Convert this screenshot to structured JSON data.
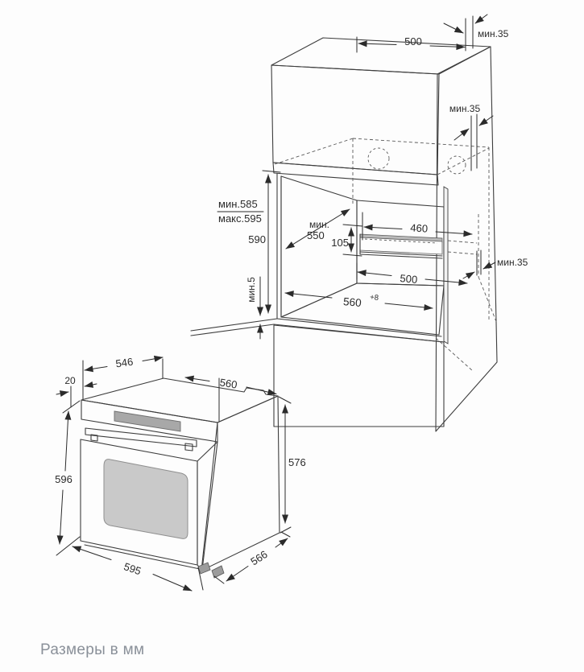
{
  "caption": "Размеры в мм",
  "colors": {
    "line": "#3d3d3d",
    "panel_gray": "#c8c8c8",
    "niche_left_wall": "#dadada",
    "niche_back_wall": "#c5c5c5",
    "oven_side_gray": "#d3d3d3",
    "door_window_gray": "#c9c9c9",
    "display_gray": "#a8a8a8",
    "caption_text": "#8a9099"
  },
  "cabinet_diagram": {
    "title": "built-in niche installation drawing",
    "dims": {
      "top_width": "500",
      "top_clearance": "мин.35",
      "side_clearance": "мин.35",
      "niche_height_min": "мин.585",
      "niche_height_max": "макс.595",
      "front_height": "590",
      "floor_clearance": "мин.5",
      "depth_min_prefix": "мин.",
      "depth_min_value": "550",
      "recess_height": "105",
      "recess_width": "460",
      "recess_back_width": "500",
      "rear_clearance": "мин.35",
      "niche_width": "560",
      "niche_width_tolerance": "+8"
    }
  },
  "oven_diagram": {
    "title": "oven overall dimensions drawing",
    "dims": {
      "top_rear_width": "546",
      "facade_offset": "20",
      "top_depth": "560",
      "front_height": "596",
      "body_height": "576",
      "front_width": "595",
      "body_depth": "566"
    }
  }
}
